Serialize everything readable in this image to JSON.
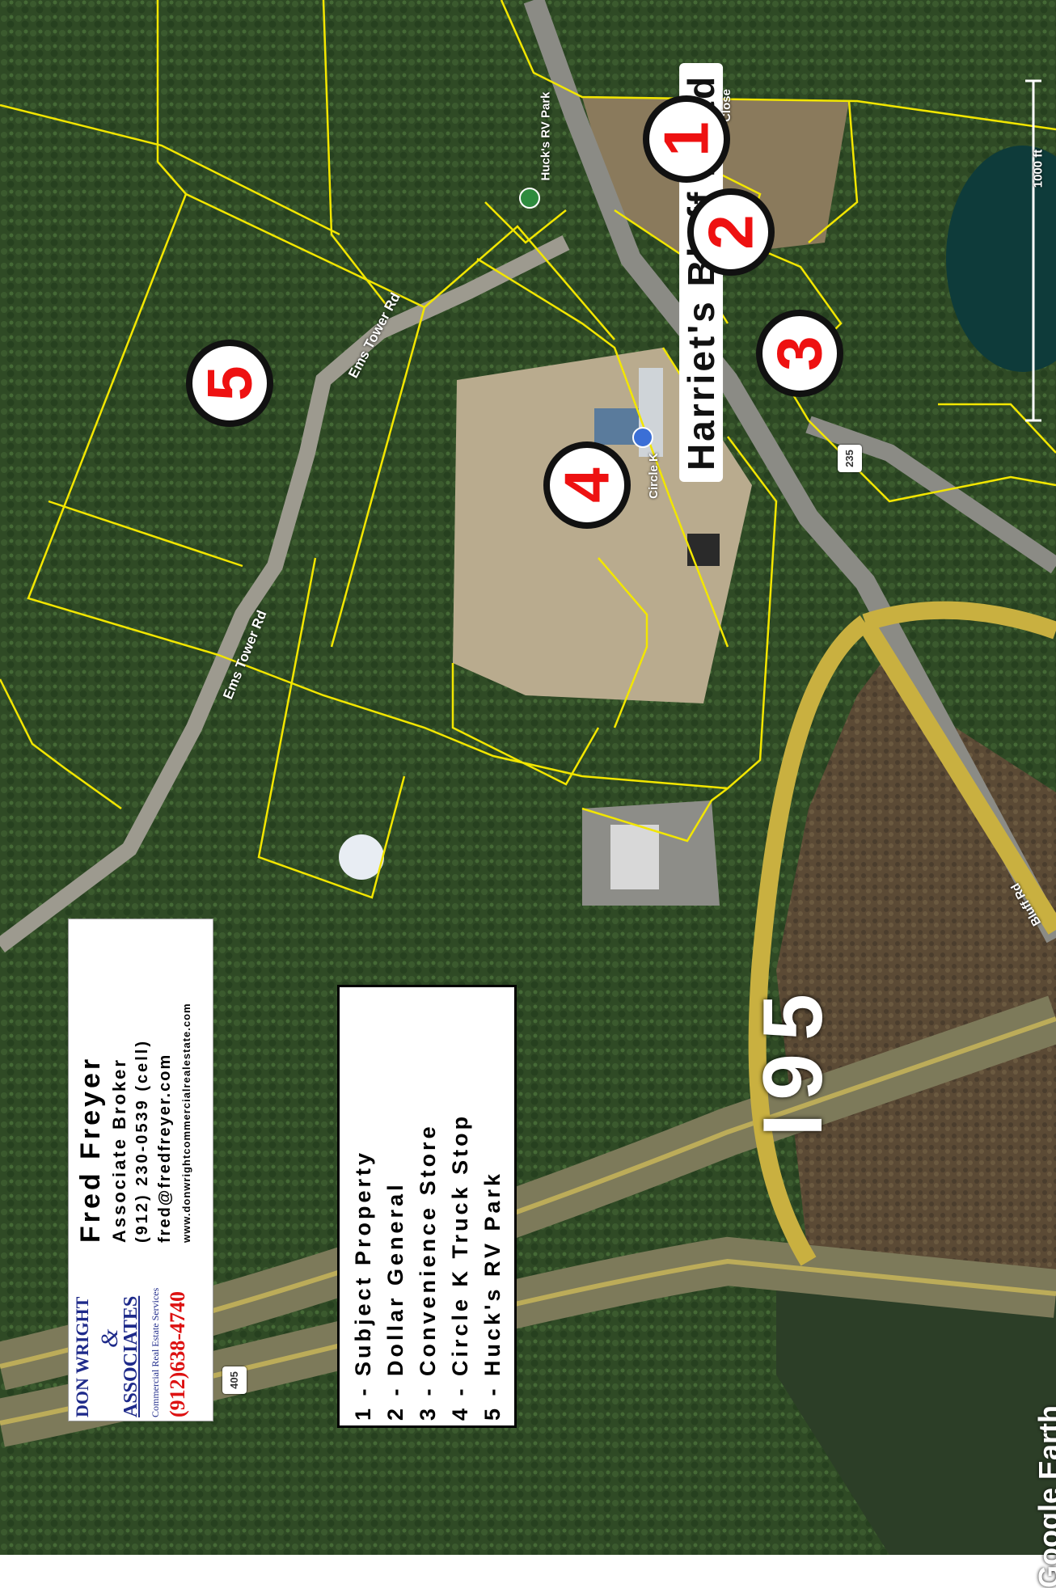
{
  "map": {
    "road_labels": {
      "harriets_bluff": "Harriet's Bluff Road",
      "ems_tower_1": "Ems Tower Rd",
      "ems_tower_2": "Ems Tower Rd",
      "i95": "I95",
      "bluff_rd_fragment": "Bluff Rd",
      "close_fragment": "Close"
    },
    "poi_labels": {
      "hucks": "Huck's RV Park",
      "circle_k": "Circle K"
    },
    "route_shields": {
      "r235": "235",
      "r405": "405"
    },
    "scale": "1000 ft",
    "attribution": "Google Earth",
    "markers": [
      "1",
      "2",
      "3",
      "4",
      "5"
    ],
    "colors": {
      "parcel_line": "#f2e600",
      "marker_number": "#e11111",
      "highway": "#c9b040",
      "forest": "#2f4a25"
    }
  },
  "contact": {
    "name": "Fred Freyer",
    "title": "Associate Broker",
    "phone": "(912) 230-0539 (cell)",
    "email": "fred@fredfreyer.com",
    "website": "www.donwrightcommercialrealestate.com",
    "logo": {
      "line1": "DON WRIGHT",
      "amp": "&",
      "line2": "ASSOCIATES",
      "tagline": "Commercial Real Estate Services",
      "phone": "(912)638-4740"
    }
  },
  "legend": {
    "items": [
      "1 - Subject Property",
      "2 - Dollar General",
      "3 - Convenience Store",
      "4 - Circle K Truck Stop",
      "5 - Huck's RV Park"
    ]
  }
}
